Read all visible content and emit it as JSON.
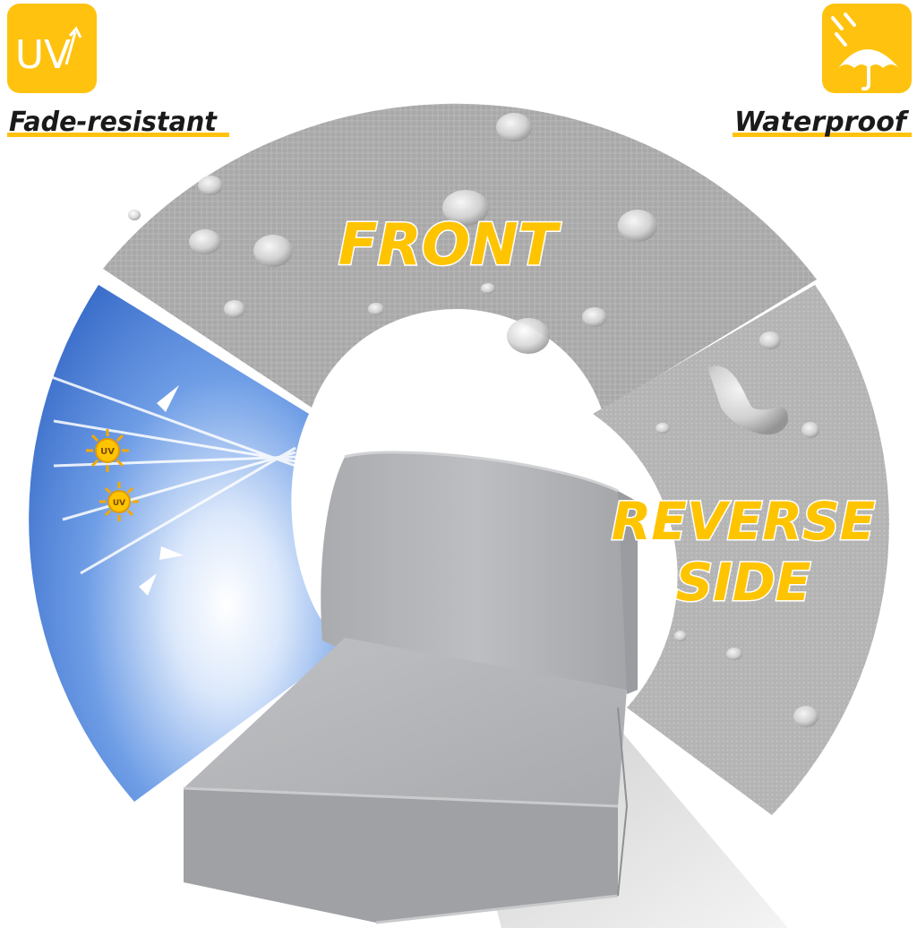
{
  "badges": {
    "uv": {
      "text": "UV",
      "icon": "uv-arrow-icon",
      "label": "Fade-resistant"
    },
    "waterproof": {
      "icon": "umbrella-rain-icon",
      "label": "Waterproof"
    }
  },
  "panels": {
    "front": {
      "label": "FRONT"
    },
    "reverse": {
      "label_line1": "REVERSE",
      "label_line2": "SIDE"
    },
    "sun_icons": [
      {
        "text": "UV"
      },
      {
        "text": "UV"
      }
    ]
  },
  "colors": {
    "accent_yellow": "#FFC20E",
    "label_yellow": "#FFC400",
    "fabric_gray": "#a9a9a9",
    "reverse_gray": "#b7b7b7",
    "sky_blue": "#3f79d6",
    "cushion_gray": "#b4b6b9",
    "text_dark": "#1a1a1a"
  }
}
